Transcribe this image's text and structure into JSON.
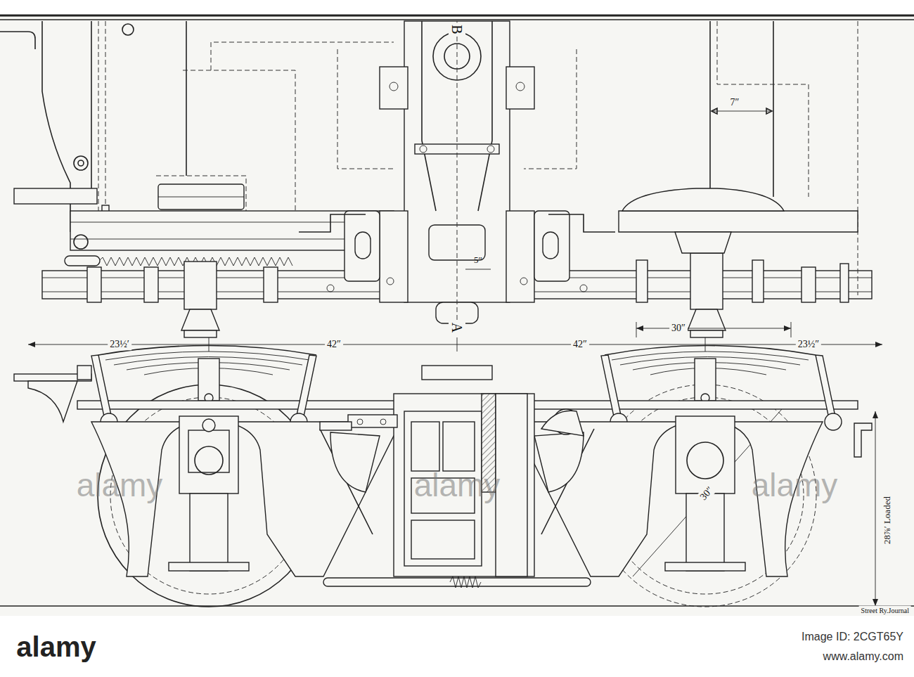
{
  "diagram": {
    "labels": [
      "B",
      "7″",
      "5″",
      "A",
      "23½′",
      "42″",
      "42″",
      "30″",
      "23½″",
      "30″",
      "28⅞′ Loaded",
      "Street Ry.Journal",
      "alamy",
      "alamy",
      "alamy",
      "alamy",
      "Image ID: 2CGT65Y",
      "www.alamy.com"
    ]
  }
}
